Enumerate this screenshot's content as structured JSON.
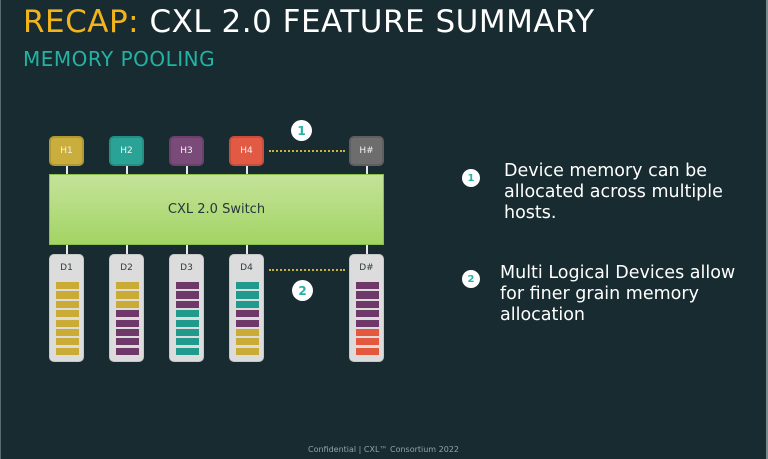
{
  "slide": {
    "title_accent": "RECAP:",
    "title_rest": " CXL 2.0 FEATURE SUMMARY",
    "subtitle": "MEMORY POOLING",
    "footer": "Confidential  |  CXL™ Consortium 2022"
  },
  "colors": {
    "background": "#172b30",
    "title_accent": "#f3b41b",
    "subtitle": "#22b3a4",
    "yellow": "#c9ab35",
    "teal": "#1f9a8c",
    "purple": "#6e3868",
    "red": "#e4593e",
    "grey": "#6d6d6d"
  },
  "diagram": {
    "hosts": [
      {
        "label": "H1",
        "color": "#c9ad3d"
      },
      {
        "label": "H2",
        "color": "#2aa396"
      },
      {
        "label": "H3",
        "color": "#7a4a78"
      },
      {
        "label": "H4",
        "color": "#e25a44"
      },
      {
        "label": "H#",
        "color": "#6d6d6d"
      }
    ],
    "switch_label": "CXL 2.0 Switch",
    "devices": [
      {
        "label": "D1",
        "segments": [
          "yellow",
          "yellow",
          "yellow",
          "yellow",
          "yellow",
          "yellow",
          "yellow",
          "yellow"
        ]
      },
      {
        "label": "D2",
        "segments": [
          "yellow",
          "yellow",
          "yellow",
          "purple",
          "purple",
          "purple",
          "purple",
          "purple"
        ]
      },
      {
        "label": "D3",
        "segments": [
          "purple",
          "purple",
          "purple",
          "teal",
          "teal",
          "teal",
          "teal",
          "teal"
        ]
      },
      {
        "label": "D4",
        "segments": [
          "teal",
          "teal",
          "teal",
          "purple",
          "purple",
          "yellow",
          "yellow",
          "yellow"
        ]
      },
      {
        "label": "D#",
        "segments": [
          "purple",
          "purple",
          "purple",
          "purple",
          "purple",
          "red",
          "red",
          "red"
        ]
      }
    ],
    "badge_1": "1",
    "badge_2": "2"
  },
  "points": [
    {
      "number": "1",
      "text": "Device memory can be allocated across multiple hosts."
    },
    {
      "number": "2",
      "text": "Multi Logical Devices allow for finer grain memory allocation"
    }
  ]
}
